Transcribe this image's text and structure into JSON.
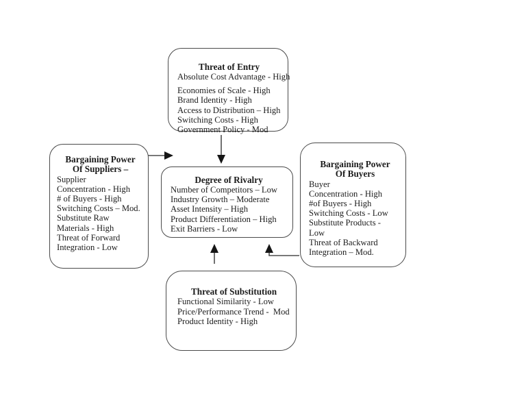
{
  "page": {
    "background": "#ffffff"
  },
  "colors": {
    "box_border": "#4a4a4a",
    "text": "#1c1c1c",
    "arrow_line": "#4d4d4d",
    "arrowhead": "#161616"
  },
  "boxes": {
    "entry": {
      "title": "Threat of Entry",
      "lines": [
        "Absolute Cost Advantage - High",
        "Economies of Scale - High",
        "Brand Identity - High",
        "Access to Distribution – High",
        "Switching Costs - High",
        "Government Policy - Mod"
      ]
    },
    "suppliers": {
      "title": [
        "Bargaining Power",
        "Of Suppliers –"
      ],
      "lines": [
        "Supplier",
        "Concentration - High",
        "# of Buyers - High",
        "Switching Costs – Mod.",
        "Substitute Raw",
        "Materials - High",
        "Threat of Forward",
        "Integration - Low"
      ]
    },
    "rivalry": {
      "title": "Degree of Rivalry",
      "lines": [
        "Number of Competitors – Low",
        "Industry Growth – Moderate",
        "Asset Intensity – High",
        "Product Differentiation – High",
        "Exit Barriers - Low"
      ]
    },
    "buyers": {
      "title": [
        "Bargaining Power",
        "Of Buyers"
      ],
      "lines": [
        "Buyer",
        "Concentration - High",
        "#of Buyers - High",
        "Switching Costs - Low",
        "Substitute Products -",
        "Low",
        "Threat of Backward",
        "Integration – Mod."
      ]
    },
    "substitution": {
      "title": "Threat of Substitution",
      "lines": [
        "Functional Similarity - Low",
        "Price/Performance Trend -  Mod",
        "Product Identity - High"
      ]
    }
  },
  "arrows": [
    {
      "from": "Threat of Entry",
      "to": "Degree of Rivalry",
      "direction": "down"
    },
    {
      "from": "Bargaining Power Of Suppliers",
      "to": "Degree of Rivalry",
      "direction": "right"
    },
    {
      "from": "Threat of Substitution",
      "to": "Degree of Rivalry",
      "direction": "up"
    },
    {
      "from": "Bargaining Power Of Buyers",
      "to": "Degree of Rivalry",
      "direction": "up"
    }
  ]
}
